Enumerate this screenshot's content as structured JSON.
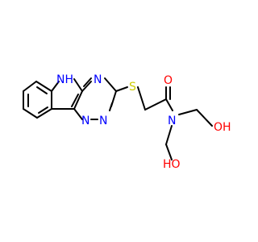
{
  "colors": {
    "bond": "#000000",
    "carbon": "#000000",
    "nitrogen": "#0000ff",
    "oxygen": "#ff0000",
    "sulfur": "#cccc00",
    "background": "#ffffff"
  },
  "atoms": {
    "nh": "NH",
    "n_ring_top": "N",
    "n_ring_b1": "N",
    "n_ring_b2": "N",
    "s": "S",
    "o_carbonyl": "O",
    "n_amide": "N",
    "oh_upper": "OH",
    "oh_lower": "HO"
  }
}
